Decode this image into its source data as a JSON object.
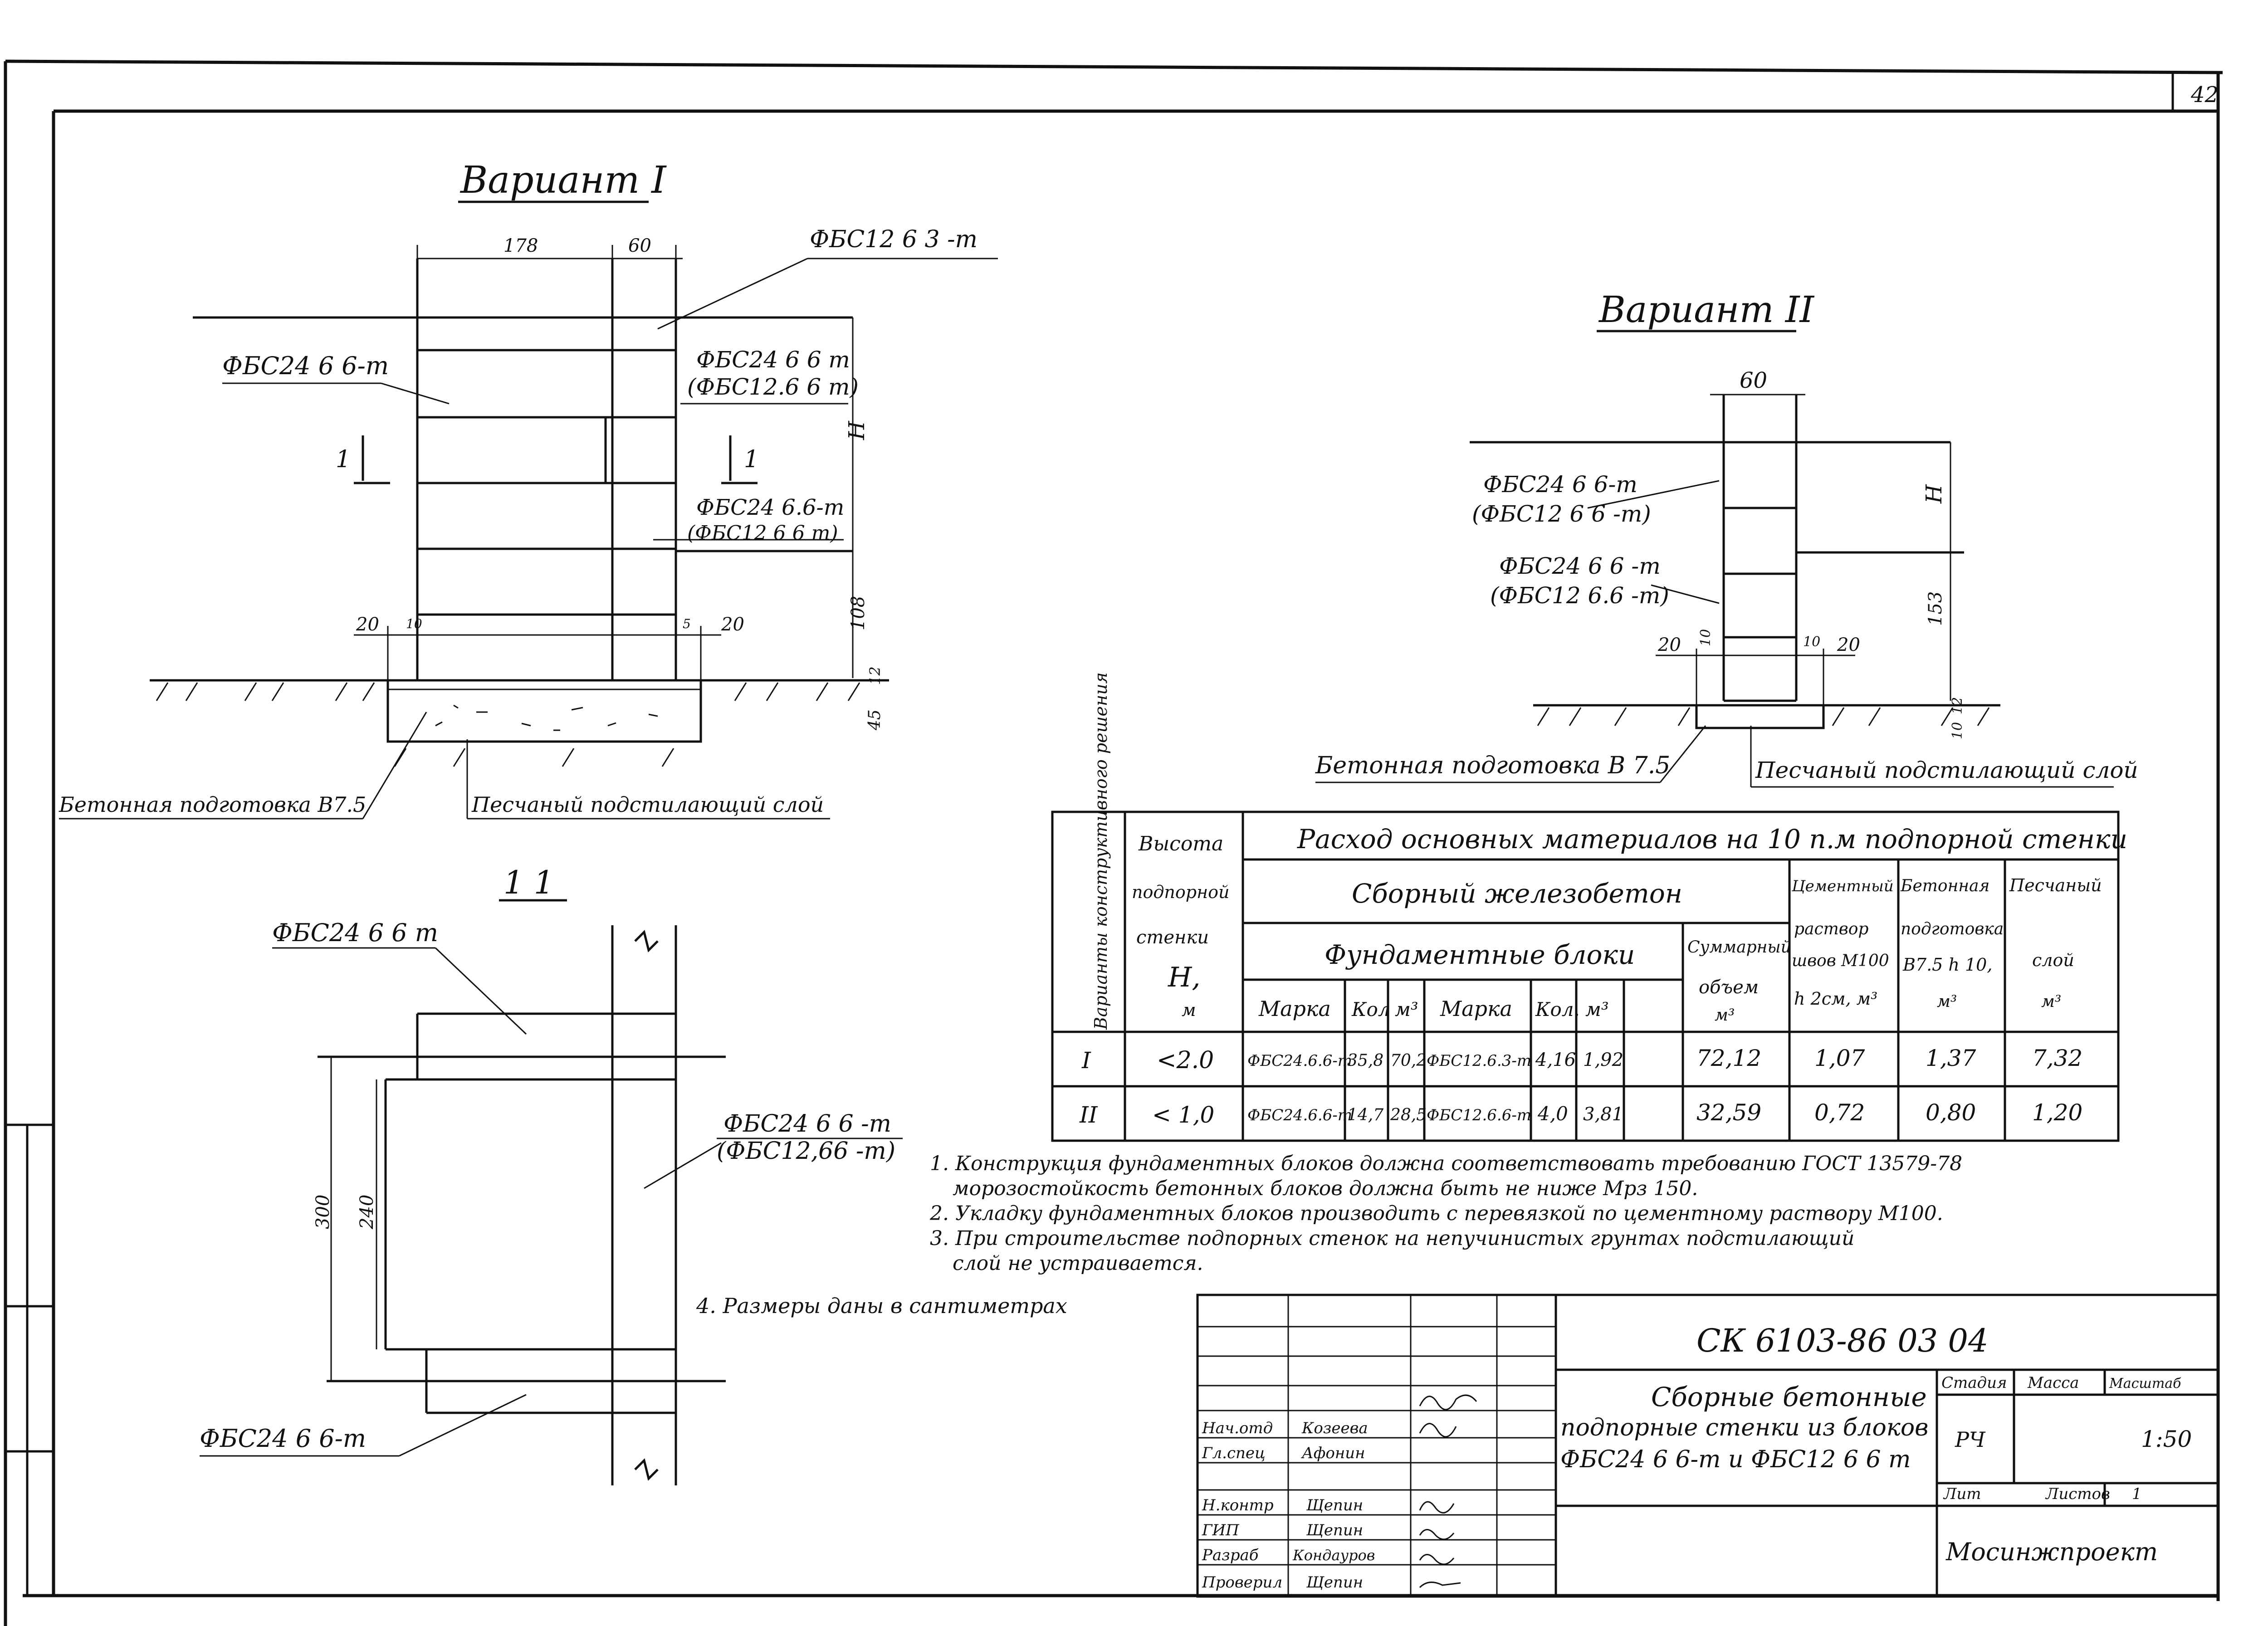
{
  "sheet_number": "42",
  "variant1": {
    "title": "Вариант I",
    "dim_178": "178",
    "dim_60": "60",
    "dim_H": "H",
    "dim_108": "108",
    "dim_20_left": "20",
    "dim_10_left": "10",
    "dim_5": "5",
    "dim_20_right": "20",
    "dim_12": "12",
    "dim_45": "45",
    "label_top": "ФБС12 6 3 -т",
    "label_left": "ФБС24 6 6-т",
    "label_right1a": "ФБС24 6 6 т",
    "label_right1b": "(ФБС12.6 6 т)",
    "label_right2a": "ФБС24 6.6-т",
    "label_right2b": "(ФБС12 6 6 т)",
    "section_mark": "1",
    "label_concrete": "Бетонная подготовка В7.5",
    "label_sand": "Песчаный подстилающий слой"
  },
  "variant2": {
    "title": "Вариант II",
    "dim_60": "60",
    "dim_H": "H",
    "dim_153": "153",
    "dim_20_left": "20",
    "dim_10_left": "10",
    "dim_10_right": "10",
    "dim_20_right": "20",
    "dim_12": "12",
    "dim_10_bottom": "10",
    "label1a": "ФБС24 6 6-т",
    "label1b": "(ФБС12 6 6 -т)",
    "label2a": "ФБС24 6 6 -т",
    "label2b": "(ФБС12 6.6 -т)",
    "label_concrete": "Бетонная подготовка В 7.5",
    "label_sand": "Песчаный подстилающий слой"
  },
  "section": {
    "title": "1 1",
    "label_top": "ФБС24 6 6 т",
    "label_mid_a": "ФБС24 6 6 -т",
    "label_mid_b": "(ФБС12,66 -т)",
    "label_bottom": "ФБС24 6 6-т",
    "dim_300": "300",
    "dim_240": "240"
  },
  "materials_table": {
    "col_variant": "Варианты конструктивного решения",
    "col_height": [
      "Высота",
      "подпорной",
      "стенки",
      "H,",
      "м"
    ],
    "header_main": "Расход основных материалов на 10 п.м подпорной стенки",
    "header_precast": "Сборный железобетон",
    "header_blocks": "Фундаментные блоки",
    "header_total": [
      "Суммарный",
      "объем",
      "м³"
    ],
    "header_cement": [
      "Цементный",
      "раствор",
      "швов М100",
      "h 2см, м³"
    ],
    "header_concrete": [
      "Бетонная",
      "подготовка",
      "В7.5 h 10,",
      "м³"
    ],
    "header_sand": [
      "Песчаный",
      "слой",
      "м³"
    ],
    "sub_headers": [
      "Марка",
      "Кол",
      "м³",
      "Марка",
      "Кол.",
      "м³"
    ],
    "rows": [
      {
        "variant": "I",
        "height": "<2.0",
        "mark1": "ФБС24.6.6-т",
        "qty1": "35,8",
        "vol1": "70,2",
        "mark2": "ФБС12.6.3-т",
        "qty2": "4,16",
        "vol2": "1,92",
        "total": "72,12",
        "cement": "1,07",
        "concrete": "1,37",
        "sand": "7,32"
      },
      {
        "variant": "II",
        "height": "< 1,0",
        "mark1": "ФБС24.6.6-т",
        "qty1": "14,7",
        "vol1": "28,5",
        "mark2": "ФБС12.6.6-т",
        "qty2": "4,0",
        "vol2": "3,81",
        "total": "32,59",
        "cement": "0,72",
        "concrete": "0,80",
        "sand": "1,20"
      }
    ]
  },
  "notes": [
    "1. Конструкция фундаментных блоков должна соответствовать требованию ГОСТ 13579-78",
    "морозостойкость бетонных блоков должна быть не ниже Мрз 150.",
    "2. Укладку фундаментных блоков производить с перевязкой по цементному раствору М100.",
    "3. При строительстве подпорных стенок на непучинистых грунтах подстилающий",
    "слой не устраивается.",
    "4. Размеры даны в сантиметрах"
  ],
  "title_block": {
    "code": "СК 6103-86 03 04",
    "title_lines": [
      "Сборные бетонные",
      "подпорные стенки из блоков",
      "ФБС24 6 6-т и ФБС12 6 6 т"
    ],
    "stage_label": "Стадия",
    "sheet_label": "Масса",
    "scale_label": "Масштаб",
    "stage": "РЧ",
    "scale": "1:50",
    "lit_label": "Лит",
    "sheets_label": "Листов",
    "sheets_value": "1",
    "org": "Мосинжпроект",
    "roles": [
      "Нач.отд",
      "Гл.спец",
      "",
      "Н.контр",
      "ГИП",
      "Разраб",
      "Проверил"
    ],
    "names": [
      "Козеева",
      "Афонин",
      "",
      "Щепин",
      "Щепин",
      "Кондауров",
      "Щепин"
    ]
  }
}
